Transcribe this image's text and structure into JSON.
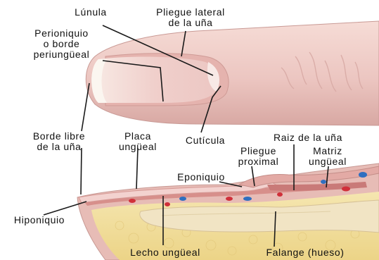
{
  "labels": {
    "lunula": "Lúnula",
    "pliegue_lateral": "Pliegue lateral\nde la uña",
    "perioniquio": "Perioniquio\no borde\nperiungüeal",
    "borde_libre": "Borde libre\nde la uña",
    "placa": "Placa\nungüeal",
    "cuticula": "Cutícula",
    "raiz": "Raiz de la uña",
    "pliegue_proximal": "Pliegue\nproximal",
    "matriz": "Matriz\nungüeal",
    "eponiquio": "Eponiquio",
    "hiponiquio": "Hiponiquio",
    "lecho": "Lecho ungüeal",
    "falange": "Falange (hueso)"
  },
  "colors": {
    "skin": "#ecc5c1",
    "skin_dark": "#d9a7a2",
    "nail": "#f4dcda",
    "free_edge": "#fbf5ee",
    "fat": "#f3e0a0",
    "bone": "#f0e3c2",
    "dermis": "#e6b9b4",
    "leader": "#1a1a1a",
    "vessel_red": "#d0303a",
    "vessel_blue": "#2f6fc0"
  }
}
